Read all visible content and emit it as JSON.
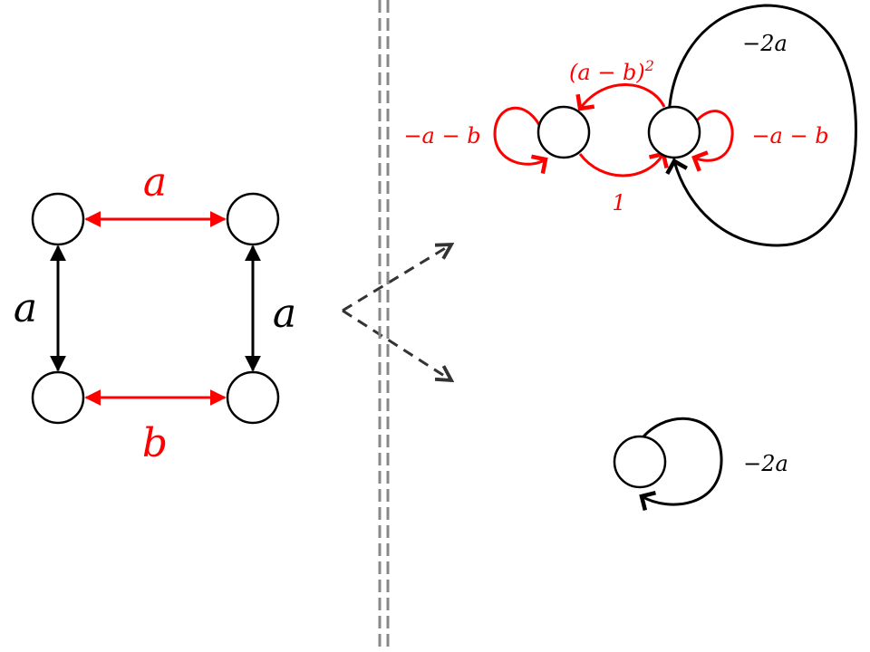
{
  "left_graph": {
    "edge_top_label": "a",
    "edge_bottom_label": "b",
    "edge_left_label": "a",
    "edge_right_label": "a"
  },
  "right_graph_top": {
    "self_loop_left_label": "−a − b",
    "self_loop_right_label": "−a − b",
    "upper_arc_label": "(a − b)",
    "upper_arc_label_exponent": "2",
    "lower_arc_label": "1",
    "large_loop_label": "−2a"
  },
  "right_graph_bottom": {
    "self_loop_label": "−2a"
  },
  "colors": {
    "red": "#ff0000",
    "black": "#000000",
    "separator": "#888888",
    "arrow": "#333333"
  }
}
